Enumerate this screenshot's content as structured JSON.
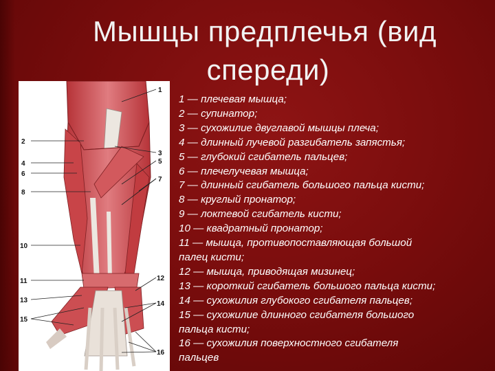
{
  "slide": {
    "title_line1": "Мышцы предплечья (вид",
    "title_line2": "спереди)"
  },
  "figure": {
    "callouts_left": [
      "2",
      "4",
      "6",
      "8",
      "10",
      "11",
      "13",
      "15"
    ],
    "callouts_right": [
      "1",
      "3",
      "5",
      "7",
      "12",
      "14",
      "16"
    ]
  },
  "legend": {
    "items": [
      "1 — плечевая мышца;",
      "2 — супинатор;",
      "3 — сухожилие двуглавой мышцы плеча;",
      "4 — длинный лучевой разгибатель запястья;",
      "5 — глубокий сгибатель пальцев;",
      "6 — плечелучевая мышца;",
      "7 — длинный сгибатель большого пальца кисти;",
      "8 — круглый пронатор;",
      "9 — локтевой сгибатель кисти;",
      "10 — квадратный пронатор;",
      "11 — мышца, противопоставляющая большой",
      "палец кисти;",
      "12 — мышца, приводящая мизинец;",
      "13 — короткий сгибатель большого пальца кисти;",
      "14 — сухожилия глубокого сгибателя пальцев;",
      "15 — сухожилие длинного сгибателя большого",
      "пальца кисти;",
      "16 — сухожилия поверхностного сгибателя",
      "пальцев"
    ]
  },
  "colors": {
    "background": "#7a0d0d",
    "muscle": "#c9464a",
    "muscle_light": "#e3868a",
    "tendon": "#e8e2dc",
    "text": "#ffffff"
  }
}
